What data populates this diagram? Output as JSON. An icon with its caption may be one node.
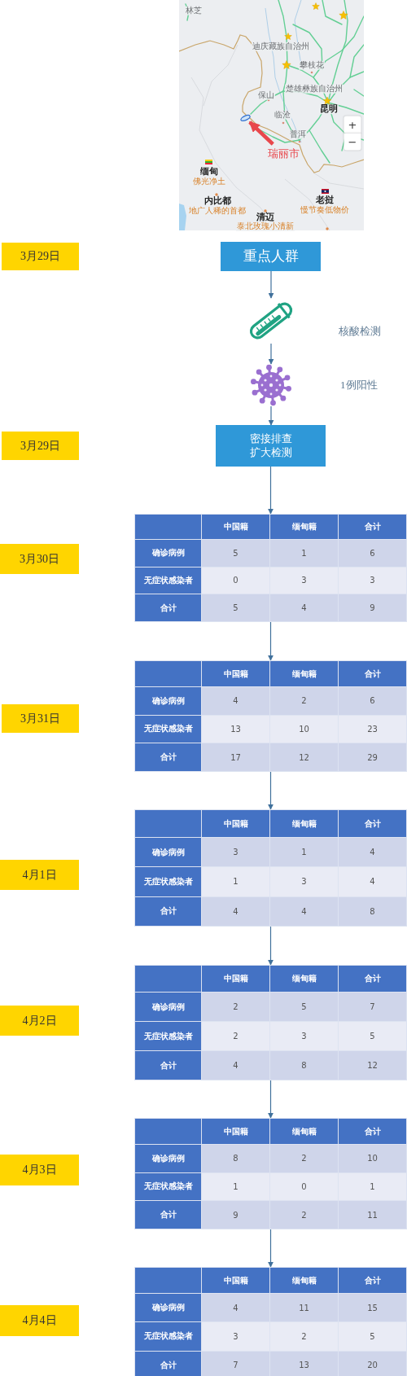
{
  "diagram": {
    "nodes": [
      {
        "text": [],
        "shape": "ellipse"
      },
      {
        "text": [
          "瑞丽市"
        ]
      },
      {
        "text": [
          "重点人群"
        ]
      },
      {
        "text": [],
        "shape": "picture"
      },
      {
        "text": [],
        "shape": "picture"
      },
      {
        "text": [
          "密接排查扩大检测"
        ]
      },
      {
        "text": [
          "中国籍",
          "缅甸籍",
          "合计",
          "确诊病例",
          "5",
          "1",
          "6",
          "无症状感染者",
          "0",
          "3",
          "3",
          "合计",
          "5",
          "4",
          "9"
        ]
      },
      {
        "text": [
          "中国籍",
          "缅甸籍",
          "合计",
          "确诊病例",
          "4",
          "2",
          "6",
          "无症状感染者",
          "13",
          "10",
          "23",
          "合计",
          "17",
          "12",
          "29"
        ]
      },
      {
        "text": [
          "中国籍",
          "缅甸籍",
          "合计",
          "确诊病例",
          "3",
          "1",
          "4",
          "无症状感染者",
          "1",
          "3",
          "4",
          "合计",
          "4",
          "4",
          "8"
        ]
      },
      {
        "text": [
          "中国籍",
          "缅甸籍",
          "合计",
          "确诊病例",
          "2",
          "5",
          "7",
          "无症状感染者",
          "2",
          "3",
          "5",
          "合计",
          "4",
          "8",
          "12"
        ]
      },
      {
        "text": [
          "中国籍",
          "缅甸籍",
          "合计",
          "确诊病例",
          "8",
          "2",
          "10",
          "无症状感染者",
          "1",
          "0",
          "1",
          "合计",
          "9",
          "2",
          "11"
        ]
      },
      {
        "text": [
          "中国籍",
          "缅甸籍",
          "合计",
          "确诊病例",
          "4",
          "11",
          "15",
          "无症状感染者",
          "3",
          "2",
          "5",
          "合计",
          "7",
          "13",
          "20"
        ]
      }
    ],
    "edges": [
      {
        "from": 1,
        "to": 0,
        "arrow": "to",
        "style": "thick",
        "color": "#e8474c"
      },
      {
        "from": 2,
        "to": 3,
        "arrow": "to"
      },
      {
        "from": 3,
        "to": 4,
        "arrow": "to"
      },
      {
        "from": 4,
        "to": 5,
        "arrow": "to"
      },
      {
        "from": 5,
        "to": 6,
        "arrow": "to"
      },
      {
        "from": 6,
        "to": 7,
        "arrow": "to"
      },
      {
        "from": 7,
        "to": 8,
        "arrow": "to"
      },
      {
        "from": 8,
        "to": 9,
        "arrow": "to"
      },
      {
        "from": 9,
        "to": 10,
        "arrow": "to"
      },
      {
        "from": 10,
        "to": 11,
        "arrow": "to"
      }
    ],
    "labels": [
      "林芝",
      "迪庆藏族自治州",
      "攀枝花",
      "楚雄彝族自治州",
      "保山",
      "昆明",
      "临沧",
      "+",
      "普洱",
      "−",
      "缅甸",
      "佛光净土",
      "内比都",
      "地广人稀的首都",
      "老挝",
      "慢节奏低物价",
      "清迈",
      "泰北玫瑰小清新",
      "3月29日",
      "核酸检测",
      "1例阳性",
      "3月29日",
      "3月30日",
      "3月31日",
      "4月1日",
      "4月2日",
      "4月3日",
      "4月4日"
    ]
  }
}
